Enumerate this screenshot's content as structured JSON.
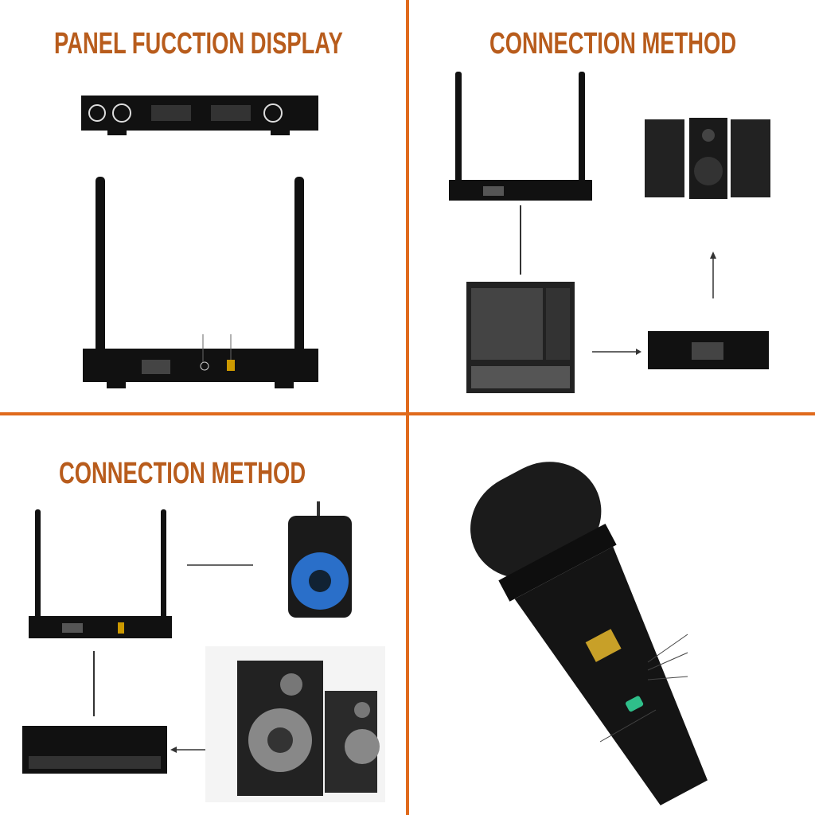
{
  "panels": {
    "top_left": {
      "title": "PANEL FUCCTION  DISPLAY"
    },
    "top_right": {
      "title": "CONNECTION METHOD"
    },
    "bottom_left": {
      "title": "CONNECTION METHOD"
    }
  },
  "colors": {
    "accent": "#e06a1c",
    "title": "#b85c1c",
    "device": "#111111"
  }
}
